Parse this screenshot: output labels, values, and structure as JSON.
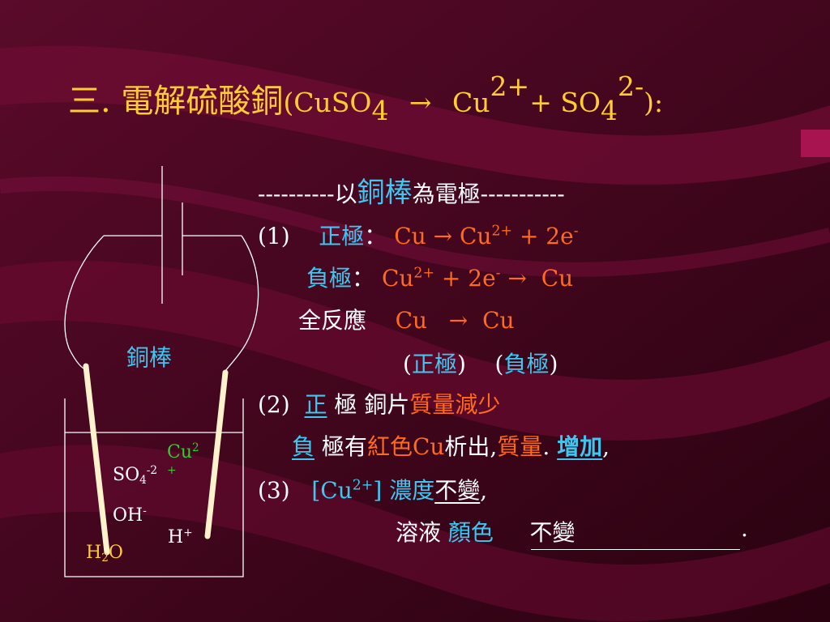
{
  "title": {
    "chinese": "三. 電解硫酸銅",
    "open": "(CuSO",
    "sub4": "4",
    "arrow": "→",
    "cu": "Cu",
    "cu_charge": "2+",
    "plus": "+ SO",
    "sub4b": "4",
    "so4_charge": "2-",
    "close": "):"
  },
  "lines": {
    "electrode_dash_left": "----------",
    "electrode_pre": "以",
    "electrode_em": "銅棒",
    "electrode_post": "為電極",
    "electrode_dash_right": "-----------",
    "l1_num": "(1)",
    "l1_label": "正極",
    "colon": "：",
    "cu": "Cu",
    "arrow": "→",
    "charge2": "2+",
    "plus2e": "+ 2e",
    "eminus": "-",
    "l2_label": "負極",
    "l3_label": "全反應",
    "l4_open": "(",
    "l4_pos": "正極",
    "l4_close": ")",
    "l4_neg": "負極",
    "l5_num": "(2)",
    "l5_pos": "正",
    "l5_ji": "極",
    "l5_piece": "銅片",
    "l5_decrease": "質量減少",
    "l6_neg": "負",
    "l6_has": "極有",
    "l6_red": "紅色",
    "l6_cu": "Cu",
    "l6_out": "析出,",
    "l6_mass": "質量",
    "l6_dot": ".",
    "l6_increase": "增加",
    "l6_comma": ",",
    "l7_num": "(3)",
    "l7_conc_open": "[Cu",
    "l7_conc_close": "]",
    "l7_nongdu": "濃度",
    "l7_unchanged": "不變",
    "l8_solution": "溶液",
    "l8_color": "顏色",
    "l8_unchanged": "不變",
    "l8_period": "."
  },
  "diagram": {
    "rod_label": "銅棒",
    "cu": "Cu",
    "cu_charge": "2",
    "cu_plus": "+",
    "so4": "SO",
    "so4_sub": "4",
    "so4_charge": "-2",
    "oh": "OH",
    "oh_charge": "-",
    "h": "H",
    "h_charge": "+",
    "h2o_h": "H",
    "h2o_sub": "2",
    "h2o_o": "O"
  },
  "colors": {
    "background": "#3a0418",
    "title": "#ffcc33",
    "label_cyan": "#3cc8f0",
    "highlight_orange": "#ff6a1c",
    "ion_green": "#33cc33",
    "ion_yellow": "#ffcc33",
    "rod": "#fff2cc"
  }
}
